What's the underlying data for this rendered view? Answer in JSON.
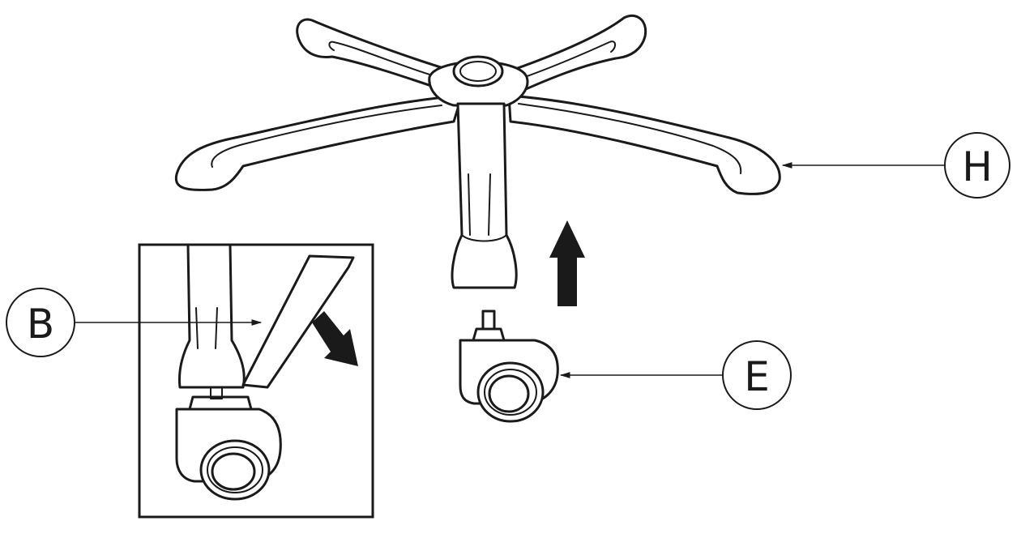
{
  "callouts": {
    "h": "H",
    "b": "B",
    "e": "E"
  },
  "arrows": {
    "main": "up-arrow-icon",
    "inset": "down-right-arrow-icon"
  },
  "colors": {
    "ink": "#1a1a1a",
    "paper": "#ffffff"
  }
}
